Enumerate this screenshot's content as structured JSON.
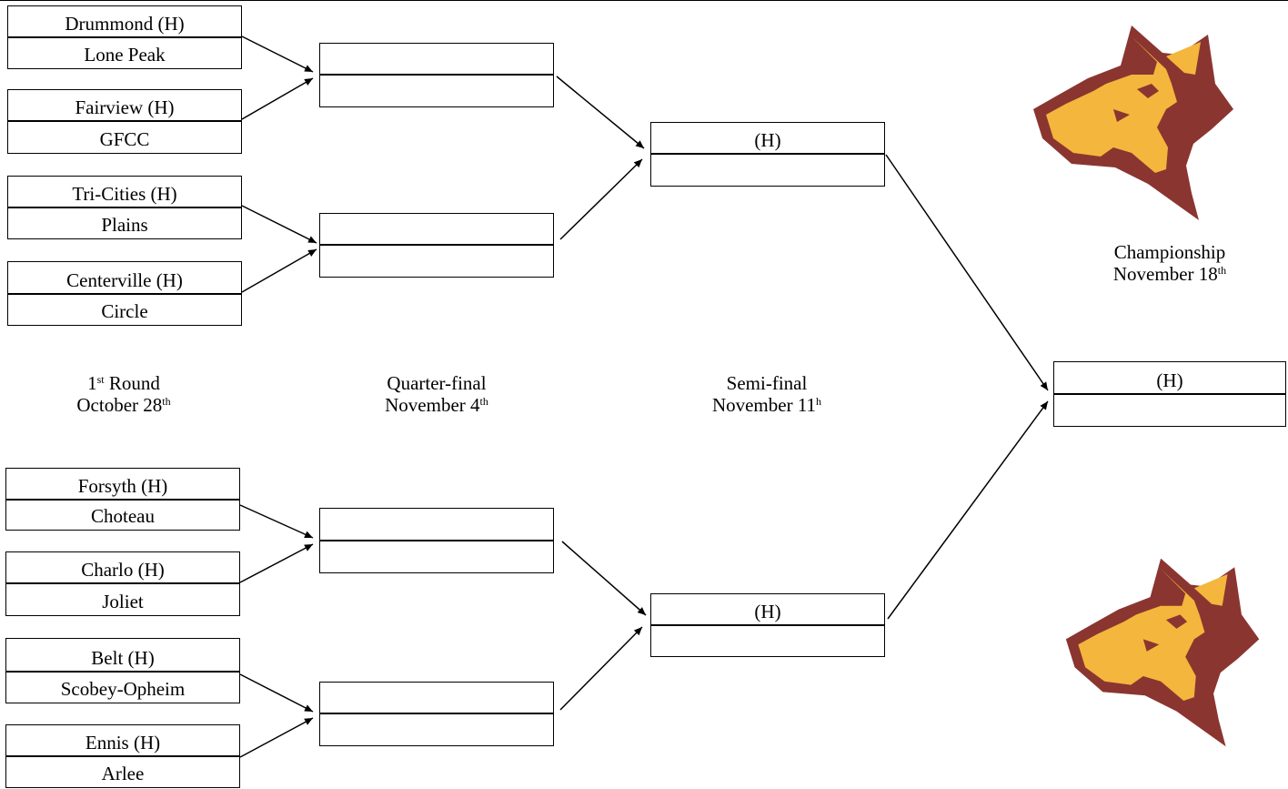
{
  "round1": {
    "title": "1",
    "title_sup": "st",
    "title_rest": " Round",
    "date": "October 28",
    "date_sup": "th",
    "slots": [
      "Drummond (H)",
      "Lone Peak",
      "Fairview (H)",
      "GFCC",
      "Tri-Cities (H)",
      "Plains",
      "Centerville (H)",
      "Circle",
      "Forsyth (H)",
      "Choteau",
      "Charlo (H)",
      "Joliet",
      "Belt (H)",
      "Scobey-Opheim",
      "Ennis (H)",
      "Arlee"
    ]
  },
  "quarterfinal": {
    "title": "Quarter-final",
    "date": "November 4",
    "date_sup": "th",
    "slots": [
      "",
      "",
      "",
      "",
      "",
      "",
      "",
      ""
    ]
  },
  "semifinal": {
    "title": "Semi-final",
    "date": "November 11",
    "date_sup": "h",
    "slots": [
      "(H)",
      "",
      "(H)",
      ""
    ]
  },
  "championship": {
    "title": "Championship",
    "date": "November 18",
    "date_sup": "th",
    "slots": [
      "(H)",
      ""
    ]
  },
  "logo": {
    "icon": "wolf-head-logo",
    "primary": "#8b3530",
    "secondary": "#f4b63c"
  }
}
